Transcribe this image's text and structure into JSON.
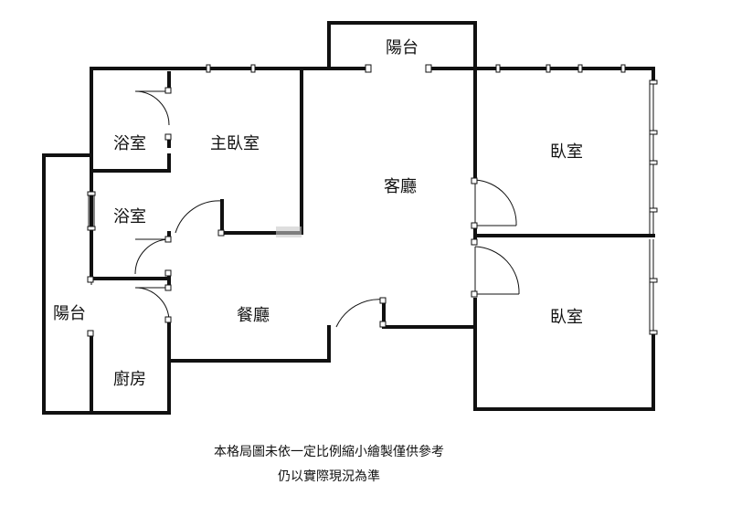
{
  "rooms": {
    "balcony_top": "陽台",
    "bath_top": "浴室",
    "master_bedroom": "主臥室",
    "living_room": "客廳",
    "bedroom_right_top": "臥室",
    "bath_middle": "浴室",
    "balcony_left": "陽台",
    "dining_room": "餐廳",
    "bedroom_right_bottom": "臥室",
    "kitchen": "廚房"
  },
  "notes": {
    "line1": "本格局圖未依一定比例縮小繪製僅供參考",
    "line2": "仍以實際現況為準"
  }
}
